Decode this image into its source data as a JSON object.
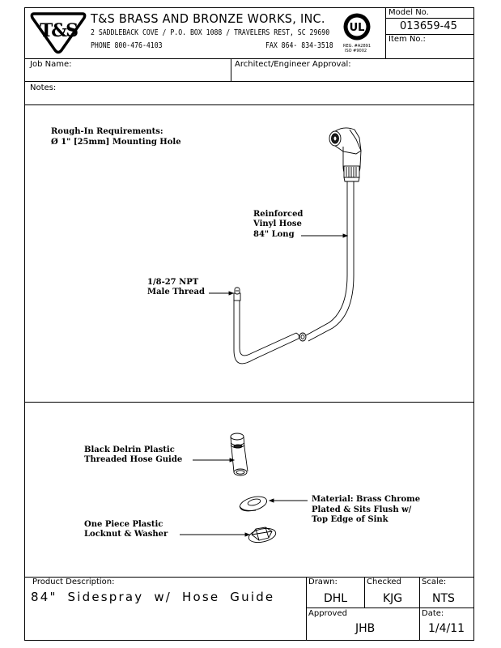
{
  "header": {
    "logo_text": "T&S",
    "company_name": "T&S BRASS AND BRONZE WORKS, INC.",
    "address": "2 SADDLEBACK COVE / P.O. BOX 1088 / TRAVELERS REST, SC 29690",
    "phone": "PHONE 800-476-4103",
    "fax": "FAX  864- 834-3518",
    "ul_logo_text": "UL",
    "certification_line1": "REG. #A2891",
    "certification_line2": "ISO #9002",
    "model_no_label": "Model No.",
    "model_no_value": "013659-45",
    "item_no_label": "Item No.:",
    "item_no_value": ""
  },
  "fields": {
    "job_name_label": "Job Name:",
    "job_name_value": "",
    "architect_approval_label": "Architect/Engineer Approval:",
    "architect_approval_value": "",
    "notes_label": "Notes:",
    "notes_value": ""
  },
  "drawing_top": {
    "rough_in_title": "Rough-In Requirements:",
    "rough_in_detail": "Ø 1\" [25mm] Mounting Hole",
    "hose_callout": [
      "Reinforced",
      "Vinyl Hose",
      "84\" Long"
    ],
    "thread_callout": [
      "1/8-27 NPT",
      "Male Thread"
    ]
  },
  "drawing_bottom": {
    "hose_guide_callout": [
      "Black Delrin Plastic",
      "Threaded Hose Guide"
    ],
    "material_callout": [
      "Material: Brass Chrome",
      "Plated & Sits Flush w/",
      "Top Edge of Sink"
    ],
    "locknut_callout": [
      "One Piece Plastic",
      "Locknut & Washer"
    ]
  },
  "title_block": {
    "product_description_label": "Product Description:",
    "product_description_value": "84\" Sidespray  w/ Hose Guide",
    "drawn_label": "Drawn:",
    "drawn_value": "DHL",
    "checked_label": "Checked",
    "checked_value": "KJG",
    "scale_label": "Scale:",
    "scale_value": "NTS",
    "approved_label": "Approved",
    "approved_value": "JHB",
    "date_label": "Date:",
    "date_value": "1/4/11"
  }
}
